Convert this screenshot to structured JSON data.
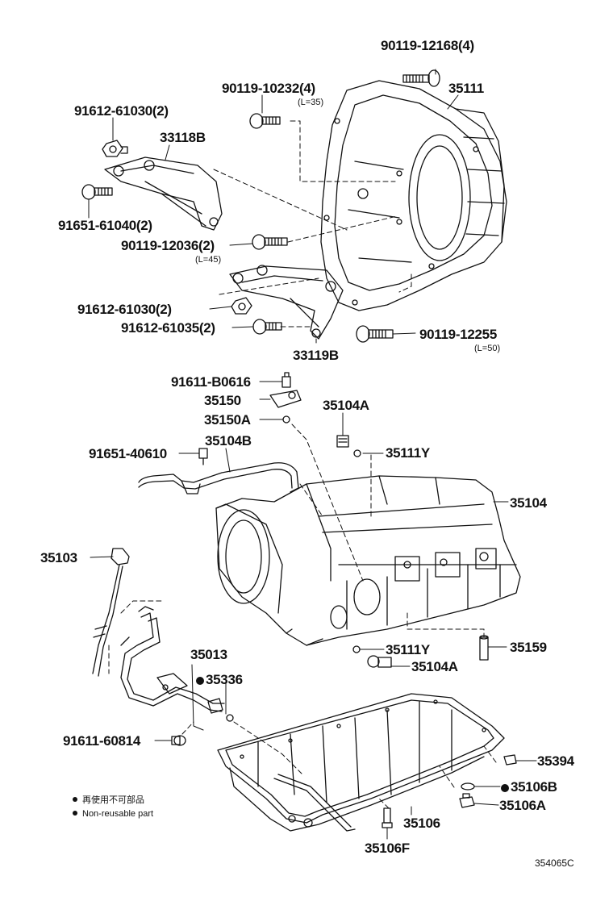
{
  "parts": {
    "p90119_12168": "90119-12168(4)",
    "p35111": "35111",
    "p90119_10232": "90119-10232(4)",
    "p90119_10232_len": "(L=35)",
    "p91612_61030_top": "91612-61030(2)",
    "p33118B": "33118B",
    "p91651_61040": "91651-61040(2)",
    "p90119_12036": "90119-12036(2)",
    "p90119_12036_len": "(L=45)",
    "p91612_61030_mid": "91612-61030(2)",
    "p91612_61035": "91612-61035(2)",
    "p90119_12255": "90119-12255",
    "p90119_12255_len": "(L=50)",
    "p33119B": "33119B",
    "p91611_B0616": "91611-B0616",
    "p35150": "35150",
    "p35150A": "35150A",
    "p35104A_top": "35104A",
    "p35111Y_top": "35111Y",
    "p91651_40610": "91651-40610",
    "p35104B": "35104B",
    "p35104": "35104",
    "p35103": "35103",
    "p35013": "35013",
    "p35336": "35336",
    "p35111Y_bot": "35111Y",
    "p35104A_bot": "35104A",
    "p35159": "35159",
    "p91611_60814": "91611-60814",
    "p35394": "35394",
    "p35106B": "35106B",
    "p35106A": "35106A",
    "p35106": "35106",
    "p35106F": "35106F"
  },
  "legend": {
    "line_cn": "再使用不可部品",
    "line_en": "Non-reusable part"
  },
  "figure_number": "354065C"
}
